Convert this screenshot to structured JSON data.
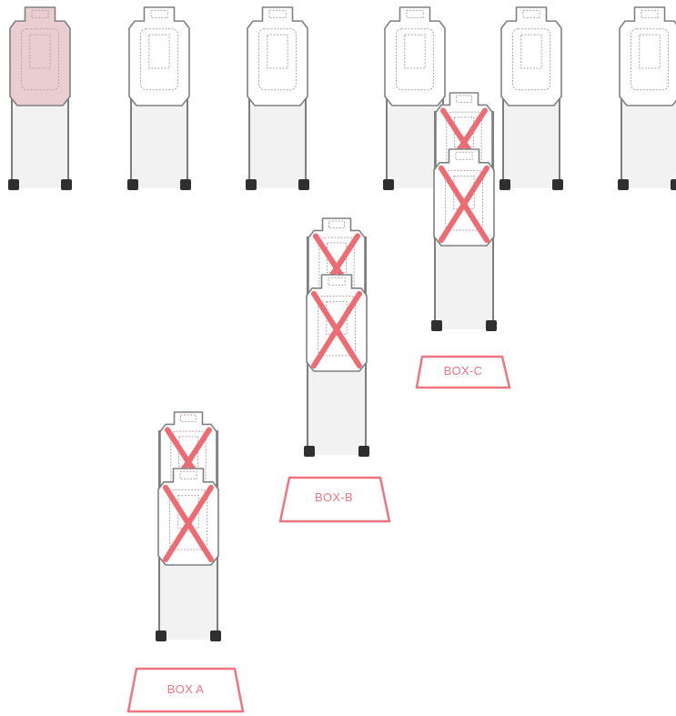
{
  "colors": {
    "stand_line": "#7d7d7d",
    "stand_fill": "#f2f2f2",
    "foot_fill": "#2f2f2f",
    "target_outline": "#808080",
    "target_fill": "#ffffff",
    "shaded_target_fill": "#e9cdd1",
    "zone_line": "#b8a2a6",
    "no_shoot_x": "#ef6b73",
    "box_stroke": "#ee7580",
    "box_text": "#ee7580"
  },
  "stage": {
    "back_row_targets": [
      {
        "label": "",
        "shaded": true
      },
      {
        "label": "",
        "shaded": false
      },
      {
        "label": "",
        "shaded": false
      },
      {
        "label": "",
        "shaded": false
      },
      {
        "label": "",
        "shaded": false
      },
      {
        "label": "",
        "shaded": false
      }
    ],
    "no_shoot_stands": [
      {
        "position": "BOX-C",
        "targets_per_stand": 2,
        "marked_no_shoot": true
      },
      {
        "position": "BOX-B",
        "targets_per_stand": 2,
        "marked_no_shoot": true
      },
      {
        "position": "BOX A",
        "targets_per_stand": 2,
        "marked_no_shoot": true
      }
    ],
    "shooting_boxes": [
      {
        "label": "BOX-C"
      },
      {
        "label": "BOX-B"
      },
      {
        "label": "BOX A"
      }
    ]
  }
}
